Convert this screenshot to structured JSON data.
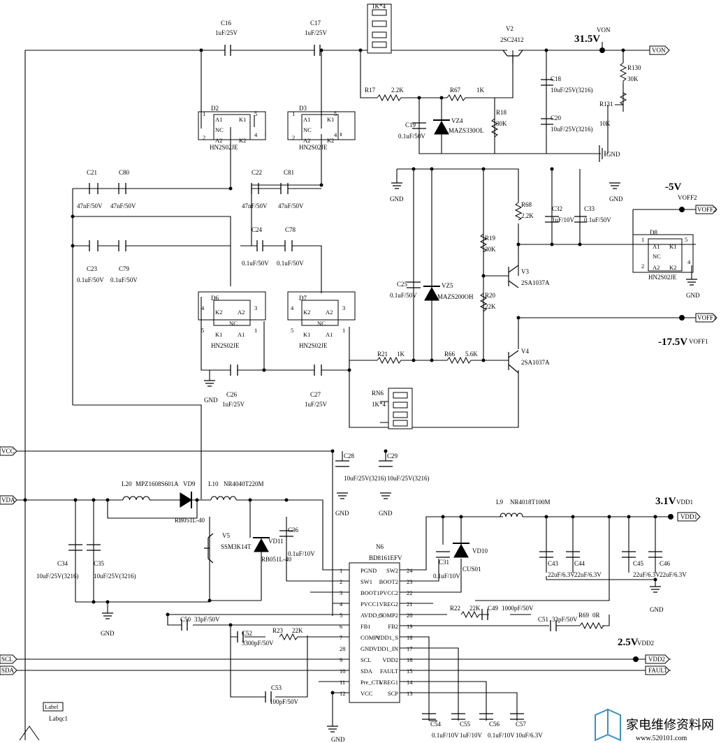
{
  "chart_data": {
    "type": "schematic",
    "title": "",
    "components": [
      {
        "ref": "C16",
        "value": "1uF/25V"
      },
      {
        "ref": "C17",
        "value": "1uF/25V"
      },
      {
        "ref": "1K*4"
      },
      {
        "ref": "V2",
        "value": "2SC2412"
      },
      {
        "ref": "R17",
        "value": "2.2K"
      },
      {
        "ref": "R67",
        "value": "1K"
      },
      {
        "ref": "R18",
        "value": "30K"
      },
      {
        "ref": "C19",
        "value": "0.1uF/50V"
      },
      {
        "ref": "VZ4",
        "value": "MAZS330OL"
      },
      {
        "ref": "C18",
        "value": "10uF/25V(3216)"
      },
      {
        "ref": "C20",
        "value": "10uF/25V(3216)"
      },
      {
        "ref": "R130",
        "value": "30K"
      },
      {
        "ref": "R131",
        "value": "10K"
      },
      {
        "ref": "D2",
        "value": "HN2S02JE"
      },
      {
        "ref": "D3",
        "value": "HN2S02JE"
      },
      {
        "ref": "D6",
        "value": "HN2S02JE"
      },
      {
        "ref": "D7",
        "value": "HN2S02JE"
      },
      {
        "ref": "D8",
        "value": "HN2S02JE"
      },
      {
        "ref": "C21",
        "value": "47nF/50V"
      },
      {
        "ref": "C80",
        "value": "47nF/50V"
      },
      {
        "ref": "C22",
        "value": "47nF/50V"
      },
      {
        "ref": "C81",
        "value": "47nF/50V"
      },
      {
        "ref": "C24",
        "value": "0.1uF/50V"
      },
      {
        "ref": "C78",
        "value": "0.1uF/50V"
      },
      {
        "ref": "C23",
        "value": "0.1uF/50V"
      },
      {
        "ref": "C79",
        "value": "0.1uF/50V"
      },
      {
        "ref": "C26",
        "value": "1uF/25V"
      },
      {
        "ref": "C27",
        "value": "1uF/25V"
      },
      {
        "ref": "R68",
        "value": "2.2K"
      },
      {
        "ref": "C32",
        "value": "1uF/10V"
      },
      {
        "ref": "C33",
        "value": "0.1uF/50V"
      },
      {
        "ref": "R19",
        "value": "30K"
      },
      {
        "ref": "R20",
        "value": "22K"
      },
      {
        "ref": "V3",
        "value": "2SA1037A"
      },
      {
        "ref": "V4",
        "value": "2SA1037A"
      },
      {
        "ref": "C25",
        "value": "0.1uF/50V"
      },
      {
        "ref": "VZ5",
        "value": "MAZS200OH"
      },
      {
        "ref": "R21",
        "value": "1K"
      },
      {
        "ref": "R66",
        "value": "5.6K"
      },
      {
        "ref": "RN6",
        "value": "1K*4"
      },
      {
        "ref": "C28",
        "value": "10uF/25V(3216)"
      },
      {
        "ref": "C29",
        "value": "10uF/25V(3216)"
      },
      {
        "ref": "L20",
        "value": "MPZ1608S601A"
      },
      {
        "ref": "VD9",
        "value": "RB051L-40"
      },
      {
        "ref": "L10",
        "value": "NR4040T220M"
      },
      {
        "ref": "V5",
        "value": "SSM3K14T"
      },
      {
        "ref": "VD11",
        "value": "RB051L-40"
      },
      {
        "ref": "C36",
        "value": "0.1uF/10V"
      },
      {
        "ref": "C34",
        "value": "10uF/25V(3216)"
      },
      {
        "ref": "C35",
        "value": "10uF/25V(3216)"
      },
      {
        "ref": "N6",
        "value": "BD8161EFV"
      },
      {
        "ref": "C31",
        "value": "0.1uF/10V"
      },
      {
        "ref": "VD10",
        "value": "CUS01"
      },
      {
        "ref": "L9",
        "value": "NR4018T100M"
      },
      {
        "ref": "C43",
        "value": "22uF/6.3V"
      },
      {
        "ref": "C44",
        "value": "22uF/6.3V"
      },
      {
        "ref": "C45",
        "value": "22uF/6.3V"
      },
      {
        "ref": "C46",
        "value": "22uF/6.3V"
      },
      {
        "ref": "R22",
        "value": "22K"
      },
      {
        "ref": "C49",
        "value": "1000pF/50V"
      },
      {
        "ref": "C51",
        "value": "33pF/50V"
      },
      {
        "ref": "R69",
        "value": "0R"
      },
      {
        "ref": "C50",
        "value": "33pF/50V"
      },
      {
        "ref": "C52",
        "value": "3300pF/50V"
      },
      {
        "ref": "R23",
        "value": "22K"
      },
      {
        "ref": "C53",
        "value": "100pF/50V"
      },
      {
        "ref": "C54",
        "value": "0.1uF/10V"
      },
      {
        "ref": "C55",
        "value": "1uF/10V"
      },
      {
        "ref": "C56",
        "value": "0.1uF/10V"
      },
      {
        "ref": "C57",
        "value": "10uF/6.3V"
      }
    ],
    "nets": [
      "VON",
      "VOFF2",
      "VOFF1",
      "VDD1",
      "VDD2",
      "FAULT",
      "VCC",
      "VDA",
      "SCL",
      "SDA",
      "GND"
    ],
    "voltages": [
      {
        "net": "VON",
        "value": "31.5V"
      },
      {
        "net": "VOFF2",
        "value": "-5V"
      },
      {
        "net": "VOFF1",
        "value": "-17.5V"
      },
      {
        "net": "VDD1",
        "value": "3.1V"
      },
      {
        "net": "VDD2",
        "value": "2.5V"
      }
    ]
  },
  "labels": {
    "C16": "C16",
    "C16_val": "1uF/25V",
    "C17": "C17",
    "C17_val": "1uF/25V",
    "rn_top": "1K*4",
    "V2": "V2",
    "V2_val": "2SC2412",
    "von_v": "31.5V",
    "von": "VON",
    "von_flag": "VON",
    "R17": "R17",
    "R17_val": "2.2K",
    "R67": "R67",
    "R67_val": "1K",
    "R18": "R18",
    "R18_val": "30K",
    "C19": "C19",
    "C19_val": "0.1uF/50V",
    "VZ4": "VZ4",
    "VZ4_val": "MAZS330OL",
    "C18": "C18",
    "C18_val": "10uF/25V(3216)",
    "C20": "C20",
    "C20_val": "10uF/25V(3216)",
    "R130": "R130",
    "R130_val": "30K",
    "R131": "R131",
    "R131_val": "10K",
    "gnd": "GND",
    "D2": "D2",
    "D3": "D3",
    "D6": "D6",
    "D7": "D7",
    "D8": "D8",
    "hn": "HN2S02JE",
    "A1": "A1",
    "A2": "A2",
    "K1": "K1",
    "K2": "K2",
    "NC": "NC",
    "p1": "1",
    "p2": "2",
    "p3": "3",
    "p4": "4",
    "p5": "5",
    "C21": "C21",
    "C80": "C80",
    "C22": "C22",
    "C81": "C81",
    "v47n": "47nF/50V",
    "C24": "C24",
    "C78": "C78",
    "C23": "C23",
    "C79": "C79",
    "v01u50": "0.1uF/50V",
    "C26": "C26",
    "C27": "C27",
    "v1u25": "1uF/25V",
    "m5v": "-5V",
    "voff2": "VOFF2",
    "m175v": "-17.5V",
    "voff1": "VOFF1",
    "R68": "R68",
    "R68_val": "2.2K",
    "C32": "C32",
    "C32_val": "1uF/10V",
    "C33": "C33",
    "C33_val": "0.1uF/50V",
    "R19": "R19",
    "R19_val": "30K",
    "R20": "R20",
    "R20_val": "22K",
    "V3": "V3",
    "V4": "V4",
    "sa": "2SA1037A",
    "C25": "C25",
    "C25_val": "0.1uF/50V",
    "VZ5": "VZ5",
    "VZ5_val": "MAZS200OH",
    "R21": "R21",
    "R21_val": "1K",
    "R66": "R66",
    "R66_val": "5.6K",
    "RN6": "RN6",
    "RN6_val": "1K*4",
    "vcc": "VCC",
    "vda": "VDA",
    "scl": "SCL",
    "sda": "SDA",
    "fault": "FAULT",
    "vdd1": "VDD1",
    "vdd2": "VDD2",
    "C28": "C28",
    "C29": "C29",
    "v10u3216": "10uF/25V(3216)",
    "L20": "L20",
    "L20_val": "MPZ1608S601A",
    "VD9": "VD9",
    "VD9_val": "RB051L-40",
    "L10": "L10",
    "L10_val": "NR4040T220M",
    "V5": "V5",
    "V5_val": "SSM3K14T",
    "VD11": "VD11",
    "VD11_val": "RB051L-40",
    "C36": "C36",
    "C36_val": "0.1uF/10V",
    "C34": "C34",
    "C34_val": "10uF/25V(3216)",
    "C35": "C35",
    "C35_val": "10uF/25V(3216)",
    "N6": "N6",
    "N6_val": "BD8161EFV",
    "pin_l": [
      "PGND",
      "SW1",
      "BOOT1",
      "PVCC1",
      "AVDD_S",
      "FB1",
      "COMP1",
      "GND",
      "SCL",
      "SDA",
      "Pre_CTL",
      "VCC"
    ],
    "pin_ln": [
      "1",
      "2",
      "3",
      "4",
      "5",
      "6",
      "7",
      "28",
      "9",
      "10",
      "11",
      "12"
    ],
    "pin_r": [
      "SW2",
      "BOOT2",
      "PVCC2",
      "VREG2",
      "COMP2",
      "FB2",
      "VDD1_S",
      "VDD1_IN",
      "VDD2",
      "FAULT",
      "VREG1",
      "SCP"
    ],
    "pin_rn": [
      "24",
      "23",
      "22",
      "21",
      "20",
      "19",
      "18",
      "17",
      "16",
      "15",
      "14",
      "13"
    ],
    "C31": "C31",
    "C31_val": "0.1uF/10V",
    "VD10": "VD10",
    "VD10_val": "CUS01",
    "L9": "L9",
    "L9_val": "NR4018T100M",
    "v31": "3.1V",
    "C43": "C43",
    "C44": "C44",
    "C45": "C45",
    "C46": "C46",
    "v22u": "22uF/6.3V",
    "R22": "R22",
    "R22_val": "22K",
    "C49": "C49",
    "C49_val": "1000pF/50V",
    "C51": "C51",
    "C51_val": "33pF/50V",
    "R69": "R69",
    "R69_val": "0R",
    "v25": "2.5V",
    "C50": "C50",
    "C50_val": "33pF/50V",
    "C52": "C52",
    "C52_val": "3300pF/50V",
    "R23": "R23",
    "R23_val": "22K",
    "C53": "C53",
    "C53_val": "100pF/50V",
    "C54": "C54",
    "C54_val": "0.1uF/10V",
    "C55": "C55",
    "C55_val": "1uF/10V",
    "C56": "C56",
    "C56_val": "0.1uF/10V",
    "C57": "C57",
    "C57_val": "10uF/6.3V",
    "label_t": "Label",
    "label_v": "Labqc1",
    "wm_cn": "家电维修资料网",
    "wm_url": "www.520101.com"
  }
}
